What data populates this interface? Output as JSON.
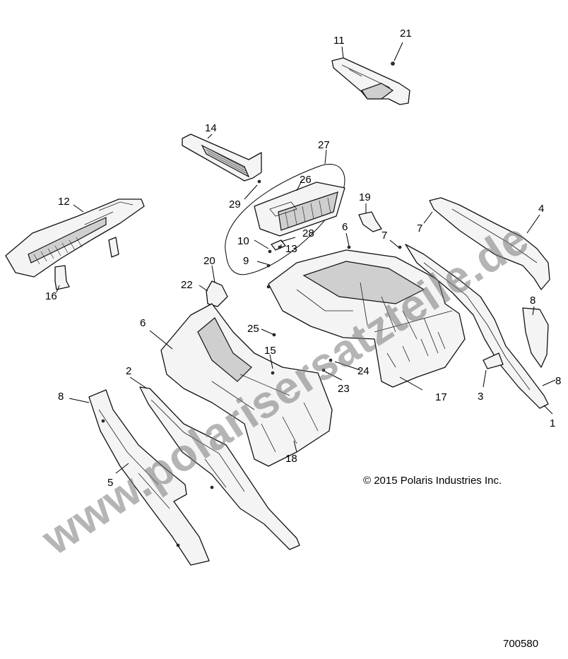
{
  "diagram": {
    "callouts": [
      "1",
      "2",
      "3",
      "4",
      "5",
      "6",
      "6",
      "7",
      "7",
      "8",
      "8",
      "8",
      "9",
      "10",
      "11",
      "12",
      "13",
      "14",
      "15",
      "16",
      "17",
      "18",
      "19",
      "20",
      "21",
      "22",
      "23",
      "24",
      "25",
      "26",
      "27",
      "28",
      "29"
    ],
    "copyright": "© 2015 Polaris Industries Inc.",
    "diagram_number": "700580",
    "watermark": "www.polarisersatzteile.de",
    "colors": {
      "line": "#111111",
      "watermark": "#787878",
      "part_fill": "#f4f4f4"
    }
  }
}
